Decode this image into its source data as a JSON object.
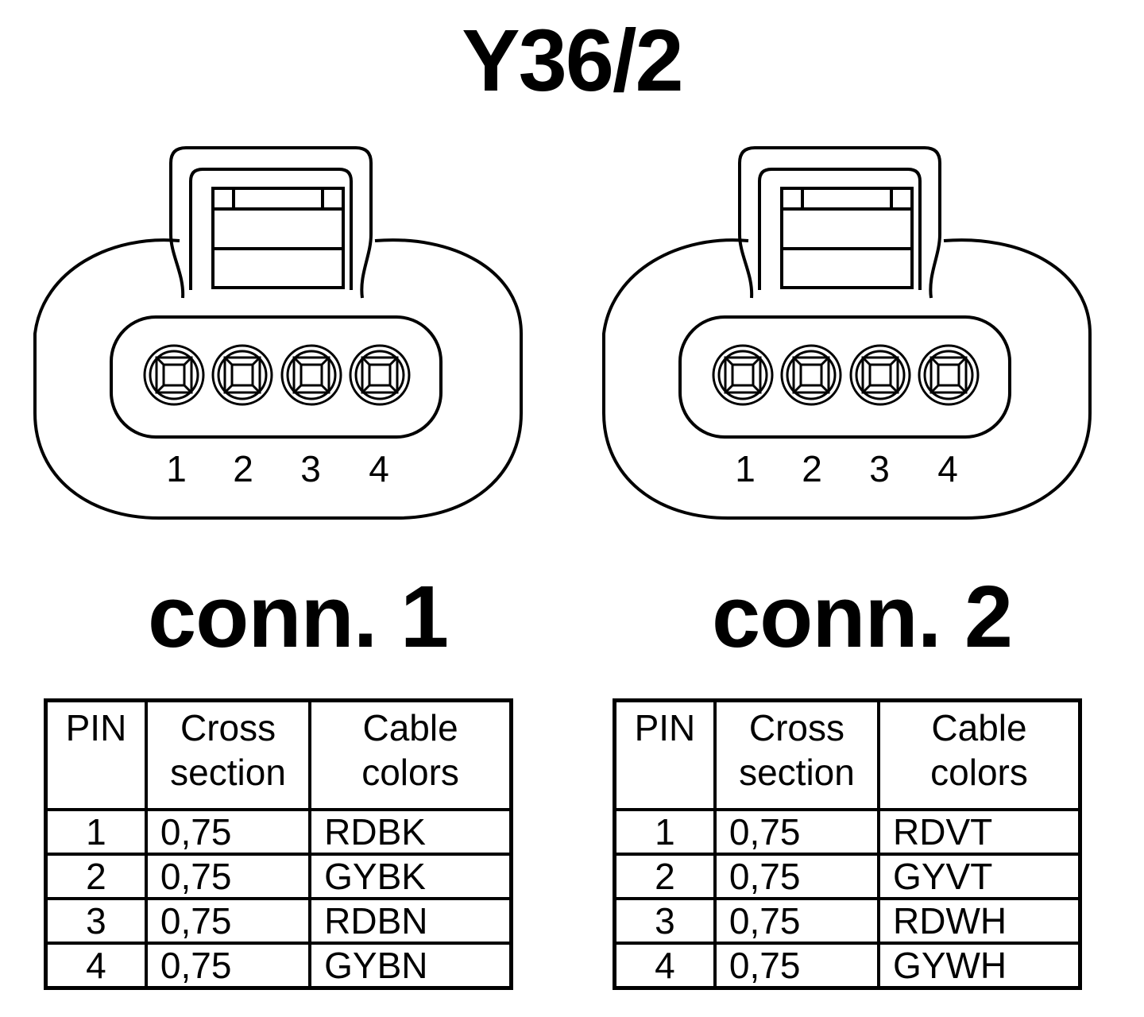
{
  "title": "Y36/2",
  "connectors": [
    {
      "label": "conn. 1",
      "pin_labels": [
        "1",
        "2",
        "3",
        "4"
      ],
      "table": {
        "headers": [
          "PIN",
          "Cross section",
          "Cable colors"
        ],
        "rows": [
          {
            "pin": "1",
            "cross_section": "0,75",
            "color": "RDBK"
          },
          {
            "pin": "2",
            "cross_section": "0,75",
            "color": "GYBK"
          },
          {
            "pin": "3",
            "cross_section": "0,75",
            "color": "RDBN"
          },
          {
            "pin": "4",
            "cross_section": "0,75",
            "color": "GYBN"
          }
        ]
      }
    },
    {
      "label": "conn. 2",
      "pin_labels": [
        "1",
        "2",
        "3",
        "4"
      ],
      "table": {
        "headers": [
          "PIN",
          "Cross section",
          "Cable colors"
        ],
        "rows": [
          {
            "pin": "1",
            "cross_section": "0,75",
            "color": "RDVT"
          },
          {
            "pin": "2",
            "cross_section": "0,75",
            "color": "GYVT"
          },
          {
            "pin": "3",
            "cross_section": "0,75",
            "color": "RDWH"
          },
          {
            "pin": "4",
            "cross_section": "0,75",
            "color": "GYWH"
          }
        ]
      }
    }
  ]
}
